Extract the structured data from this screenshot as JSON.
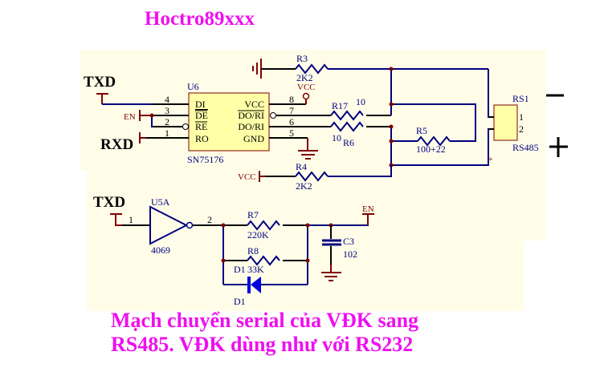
{
  "title": "Hoctro89xxx",
  "caption": {
    "line1": "Mạch chuyển serial của VĐK sang",
    "line2": "RS485. VĐK dùng như với RS232"
  },
  "colors": {
    "background": "#fffde8",
    "wire": "#000080",
    "pin": "#000000",
    "power": "#800000",
    "chip_fill": "#ffffa8",
    "title": "#ee10ee"
  },
  "ports": {
    "txd_top": "TXD",
    "rxd": "RXD",
    "en_left": "EN",
    "txd_bottom": "TXD",
    "en_right": "EN",
    "vcc_top": "VCC",
    "vcc_r4": "VCC"
  },
  "u6": {
    "ref": "U6",
    "part": "SN75176",
    "left_pins": [
      {
        "num": "4",
        "name": "DI"
      },
      {
        "num": "3",
        "name": "DE"
      },
      {
        "num": "2",
        "name": "RE"
      },
      {
        "num": "1",
        "name": "RO"
      }
    ],
    "right_pins": [
      {
        "num": "8",
        "name": "VCC"
      },
      {
        "num": "7",
        "name": "DO/RI"
      },
      {
        "num": "6",
        "name": "DO/RI"
      },
      {
        "num": "5",
        "name": "GND"
      }
    ]
  },
  "resistors": {
    "r3": {
      "ref": "R3",
      "value": "2K2"
    },
    "r17": {
      "ref": "R17",
      "value": "10"
    },
    "r6": {
      "ref": "R6",
      "value": "10"
    },
    "r5": {
      "ref": "R5",
      "value": "100+22"
    },
    "r4": {
      "ref": "R4",
      "value": "2K2"
    },
    "r7": {
      "ref": "R7",
      "value": "220K"
    },
    "r8": {
      "ref": "R8",
      "value": "33K"
    }
  },
  "rs1": {
    "ref": "RS1",
    "part": "RS485",
    "pins": [
      "1",
      "2"
    ]
  },
  "polarity": {
    "minus": "−",
    "plus": "+",
    "small_plus": "+"
  },
  "u5a": {
    "ref": "U5A",
    "part": "4069",
    "pin_in": "1",
    "pin_out": "2"
  },
  "d1": {
    "ref": "D1",
    "ref2": "D1"
  },
  "c3": {
    "ref": "C3",
    "value": "102"
  }
}
